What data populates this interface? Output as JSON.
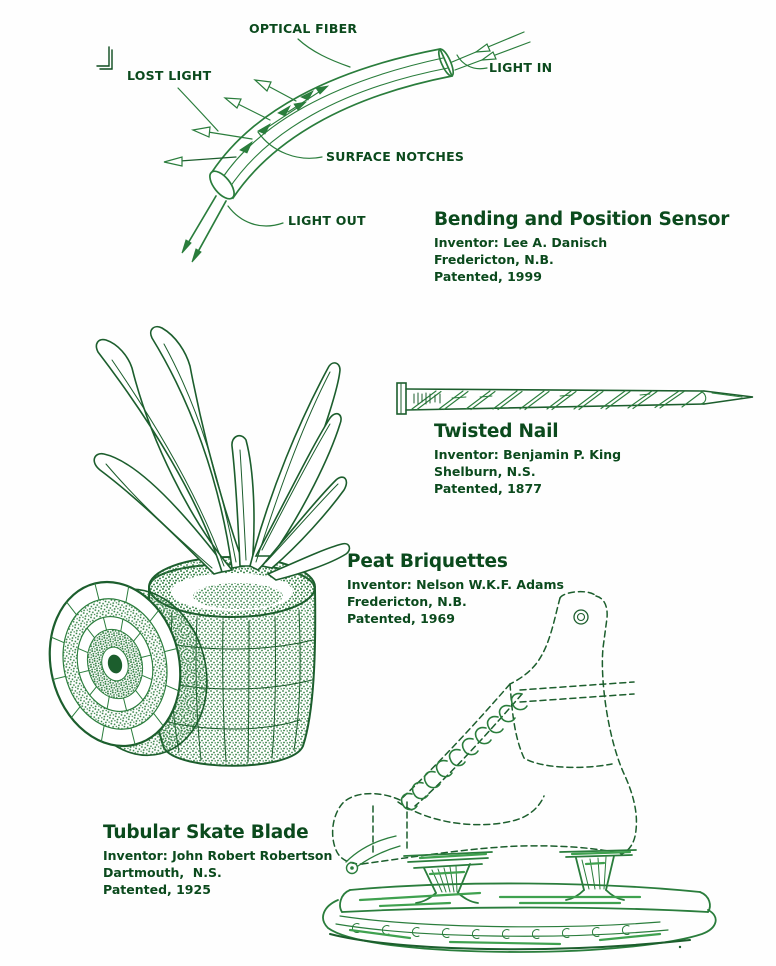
{
  "colors": {
    "label_text": "#0b4a1d",
    "line_green": "#2a7d3c",
    "dark_green": "#1c5e2d",
    "shade_green": "#3fa14f",
    "background": "#fefefe"
  },
  "fiber_labels": {
    "optical_fiber": "OPTICAL FIBER",
    "light_in": "LIGHT IN",
    "lost_light": "LOST LIGHT",
    "surface_notches": "SURFACE NOTCHES",
    "light_out": "LIGHT OUT"
  },
  "inventions": [
    {
      "title": "Bending and Position Sensor",
      "inventor": "Inventor: Lee A. Danisch",
      "location": "Fredericton, N.B.",
      "patent": "Patented, 1999"
    },
    {
      "title": "Twisted Nail",
      "inventor": "Inventor: Benjamin P. King",
      "location": "Shelburn, N.S.",
      "patent": "Patented, 1877"
    },
    {
      "title": "Peat Briquettes",
      "inventor": "Inventor: Nelson W.K.F. Adams",
      "location": "Fredericton, N.B.",
      "patent": "Patented, 1969"
    },
    {
      "title": "Tubular Skate Blade",
      "inventor": "Inventor: John Robert Robertson",
      "location": "Dartmouth,  N.S.",
      "patent": "Patented, 1925"
    }
  ]
}
